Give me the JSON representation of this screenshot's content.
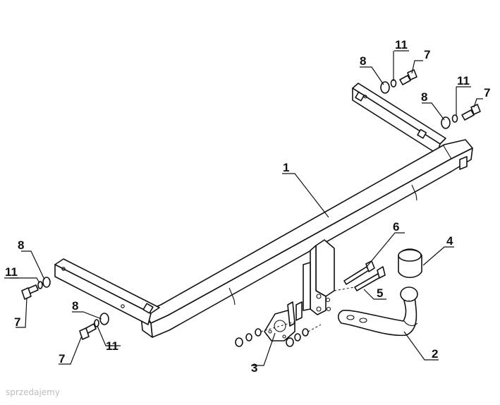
{
  "diagram": {
    "callouts": [
      {
        "id": "c1",
        "label": "1"
      },
      {
        "id": "c2",
        "label": "2"
      },
      {
        "id": "c3",
        "label": "3"
      },
      {
        "id": "c4",
        "label": "4"
      },
      {
        "id": "c5",
        "label": "5"
      },
      {
        "id": "c6",
        "label": "6"
      },
      {
        "id": "c7a",
        "label": "7"
      },
      {
        "id": "c7b",
        "label": "7"
      },
      {
        "id": "c7c",
        "label": "7"
      },
      {
        "id": "c7d",
        "label": "7"
      },
      {
        "id": "c8a",
        "label": "8"
      },
      {
        "id": "c8b",
        "label": "8"
      },
      {
        "id": "c8c",
        "label": "8"
      },
      {
        "id": "c8d",
        "label": "8"
      },
      {
        "id": "c11a",
        "label": "11"
      },
      {
        "id": "c11b",
        "label": "11"
      },
      {
        "id": "c11c",
        "label": "11"
      },
      {
        "id": "c11d",
        "label": "11"
      }
    ],
    "watermark": "sprzedajemy"
  }
}
